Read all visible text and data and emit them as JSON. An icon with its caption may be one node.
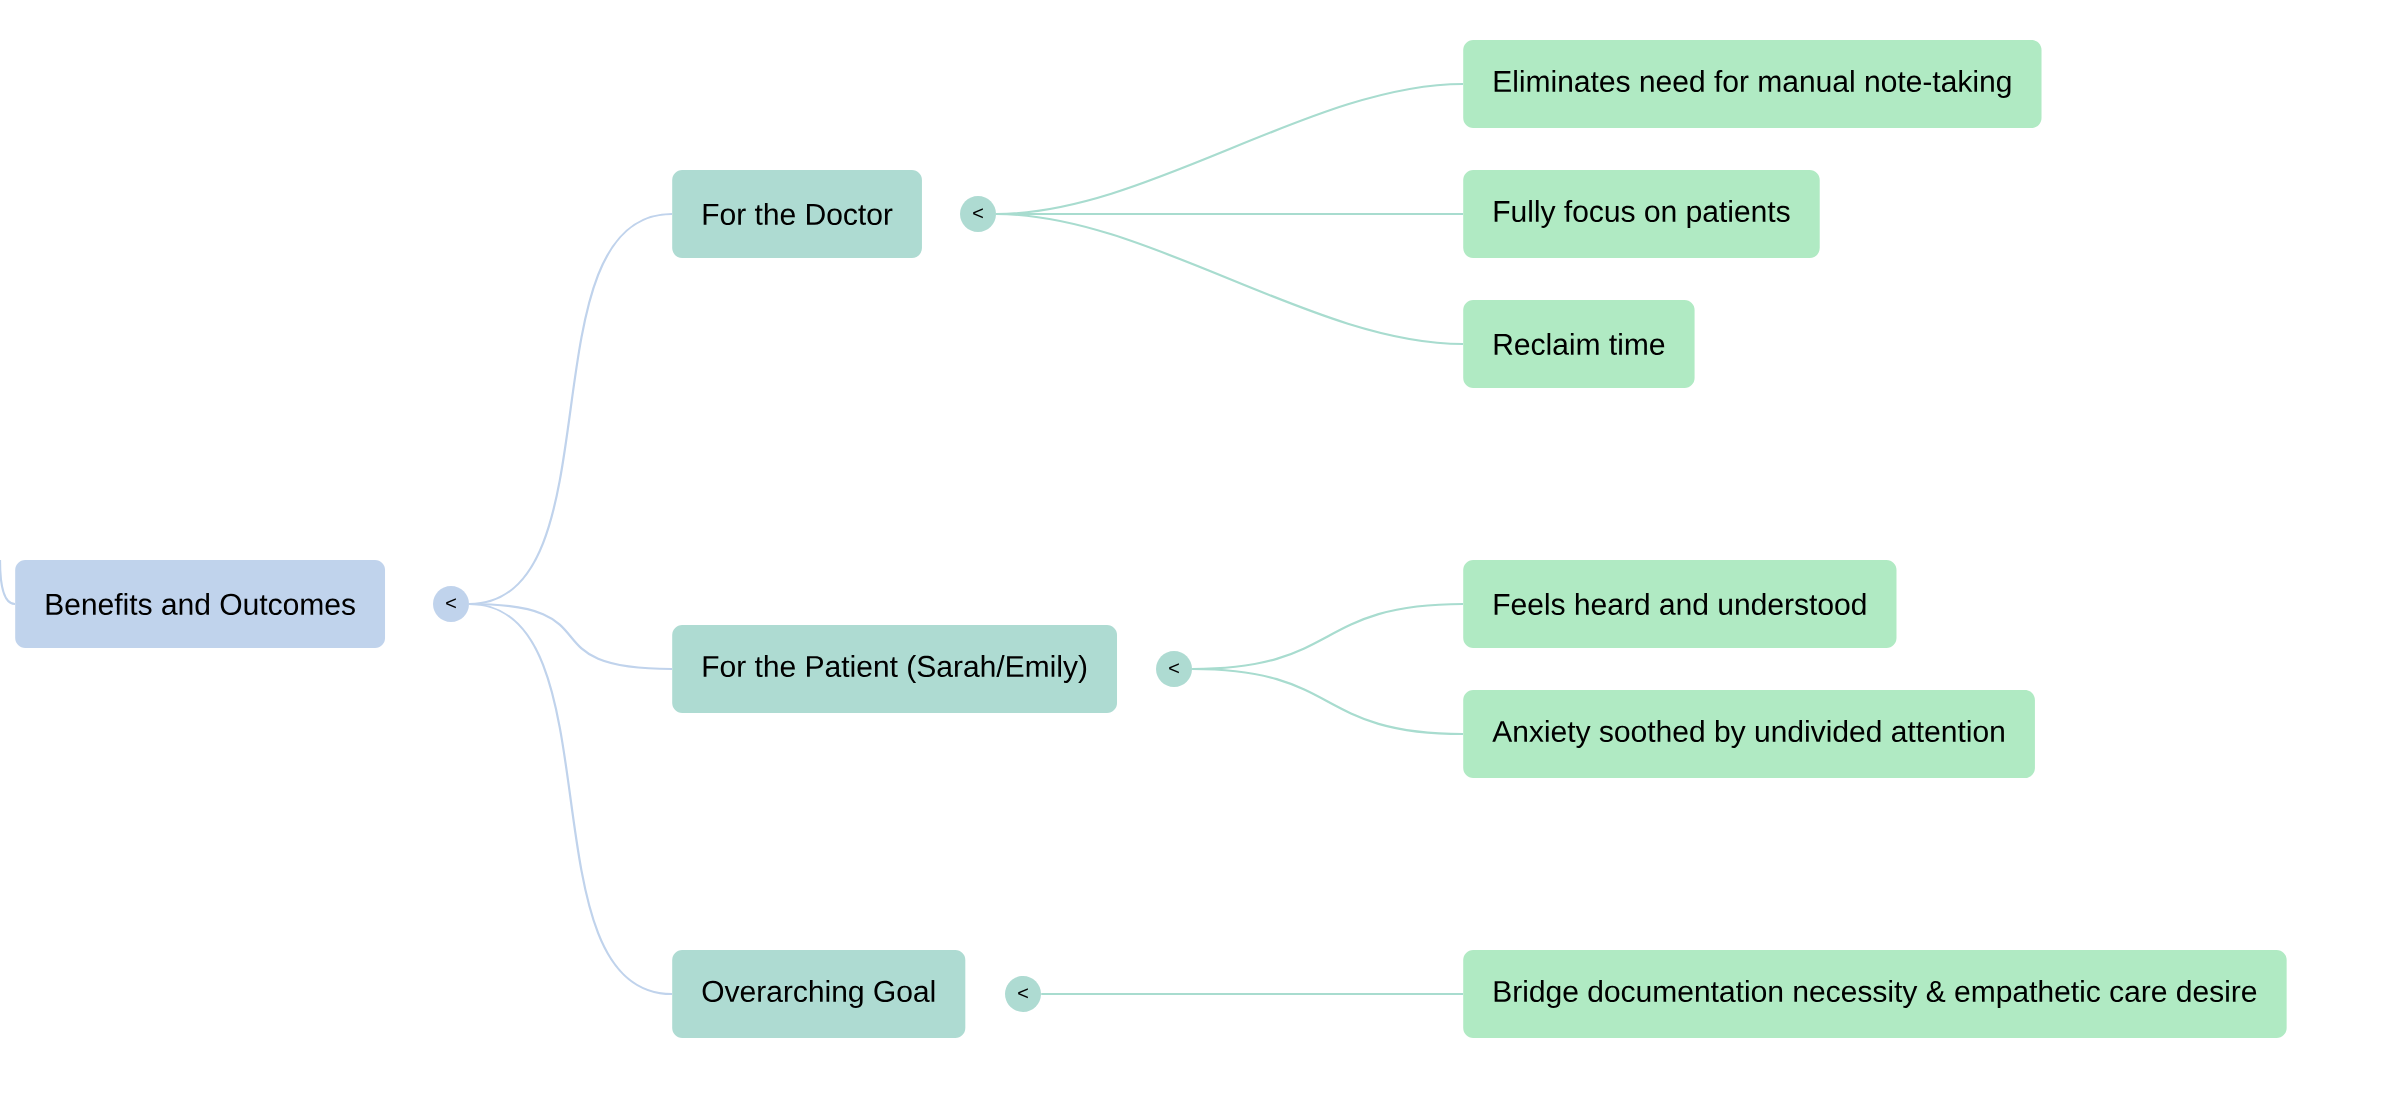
{
  "diagram": {
    "nodes": [
      {
        "text": [
          "Benefits and Outcomes"
        ]
      },
      {
        "text": [
          "<"
        ]
      },
      {
        "text": [
          "For the Doctor"
        ]
      },
      {
        "text": [
          "<"
        ]
      },
      {
        "text": [
          "Eliminates need for manual note-taking"
        ]
      },
      {
        "text": [
          "Fully focus on patients"
        ]
      },
      {
        "text": [
          "Reclaim time"
        ]
      },
      {
        "text": [
          "For the Patient (Sarah/Emily)"
        ]
      },
      {
        "text": [
          "<"
        ]
      },
      {
        "text": [
          "Feels heard and understood"
        ]
      },
      {
        "text": [
          "Anxiety soothed by undivided attention"
        ]
      },
      {
        "text": [
          "Overarching Goal"
        ]
      },
      {
        "text": [
          "<"
        ]
      },
      {
        "text": [
          "Bridge documentation necessity & empathetic care desire"
        ]
      }
    ],
    "edges": [
      {
        "from": null,
        "to": 0,
        "arrow": "none",
        "color": "#c0d3ec"
      },
      {
        "from": 1,
        "to": 2,
        "arrow": "none",
        "color": "#c0d3ec"
      },
      {
        "from": 1,
        "to": 7,
        "arrow": "none",
        "color": "#c0d3ec"
      },
      {
        "from": 1,
        "to": 11,
        "arrow": "none",
        "color": "#c0d3ec"
      },
      {
        "from": 3,
        "to": 4,
        "arrow": "none"
      },
      {
        "from": 3,
        "to": 5,
        "arrow": "none"
      },
      {
        "from": 3,
        "to": 6,
        "arrow": "none"
      },
      {
        "from": 8,
        "to": 9,
        "arrow": "none"
      },
      {
        "from": 8,
        "to": 10,
        "arrow": "none"
      },
      {
        "from": 12,
        "to": 13,
        "arrow": "none"
      }
    ]
  }
}
